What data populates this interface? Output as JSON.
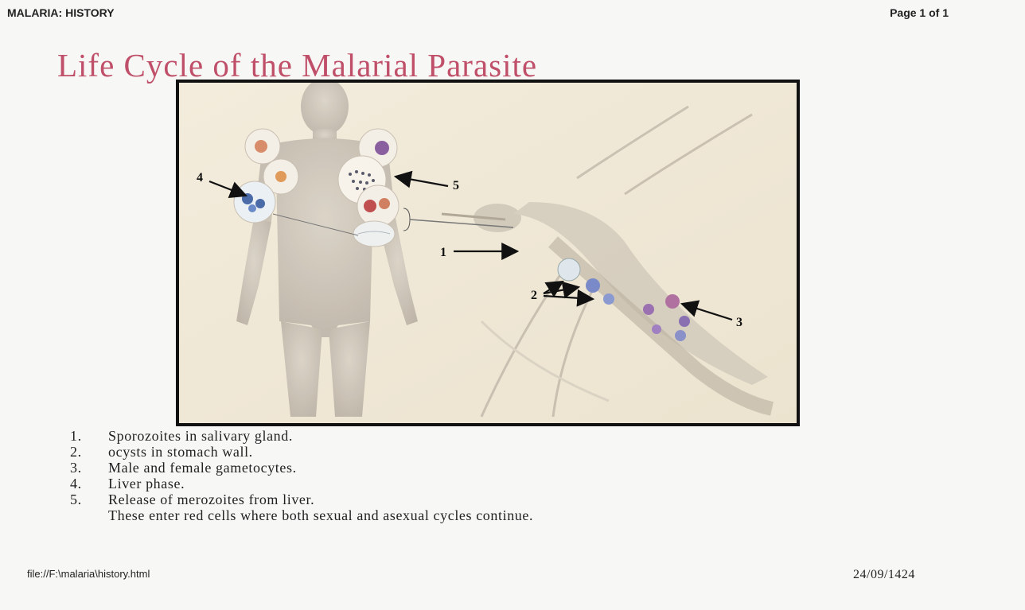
{
  "header": {
    "left": "MALARIA: HISTORY",
    "right": "Page 1 of 1"
  },
  "title": "Life Cycle of the Malarial Parasite",
  "figure": {
    "labels": [
      "1",
      "2",
      "3",
      "4",
      "5"
    ]
  },
  "legend": {
    "items": [
      {
        "num": "1.",
        "text": "Sporozoites in salivary gland."
      },
      {
        "num": "2.",
        "text": "ocysts in stomach wall."
      },
      {
        "num": "3.",
        "text": "Male and female gametocytes."
      },
      {
        "num": "4.",
        "text": "Liver phase."
      },
      {
        "num": "5.",
        "text": "Release of merozoites from liver."
      }
    ],
    "continuation": "These enter red cells where both sexual and asexual cycles continue."
  },
  "footer": {
    "left": "file://F:\\malaria\\history.html",
    "right": "24/09/1424"
  }
}
